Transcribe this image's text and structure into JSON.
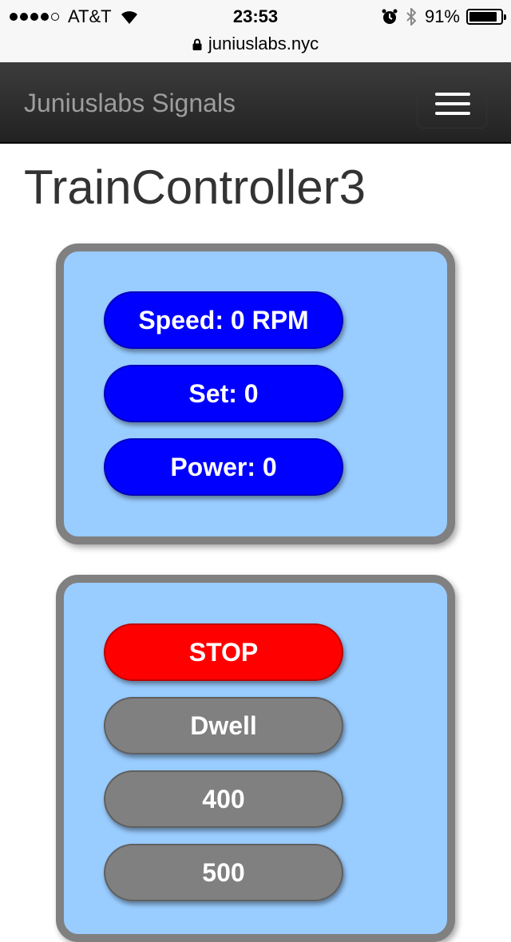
{
  "status_bar": {
    "carrier": "AT&T",
    "time": "23:53",
    "battery_percent": "91%",
    "battery_level": 0.91,
    "signal_bars": 4,
    "icons": [
      "signal-dots-icon",
      "wifi-icon",
      "alarm-icon",
      "bluetooth-icon",
      "battery-icon"
    ]
  },
  "browser": {
    "url": "juniuslabs.nyc",
    "icon": "lock-icon"
  },
  "navbar": {
    "brand": "Juniuslabs Signals",
    "toggle_icon": "hamburger-menu-icon"
  },
  "page": {
    "title": "TrainController3"
  },
  "status_panel": {
    "items": [
      {
        "label": "Speed: 0 RPM",
        "color": "#0000ff"
      },
      {
        "label": "Set: 0",
        "color": "#0000ff"
      },
      {
        "label": "Power: 0",
        "color": "#0000ff"
      }
    ]
  },
  "control_panel": {
    "buttons": [
      {
        "label": "STOP",
        "color": "#ff0000"
      },
      {
        "label": "Dwell",
        "color": "#808080"
      },
      {
        "label": "400",
        "color": "#808080"
      },
      {
        "label": "500",
        "color": "#808080"
      }
    ]
  },
  "colors": {
    "panel_background": "#99ccff",
    "panel_border": "#808080",
    "navbar": "#222222",
    "brand_text": "#9d9d9d"
  }
}
